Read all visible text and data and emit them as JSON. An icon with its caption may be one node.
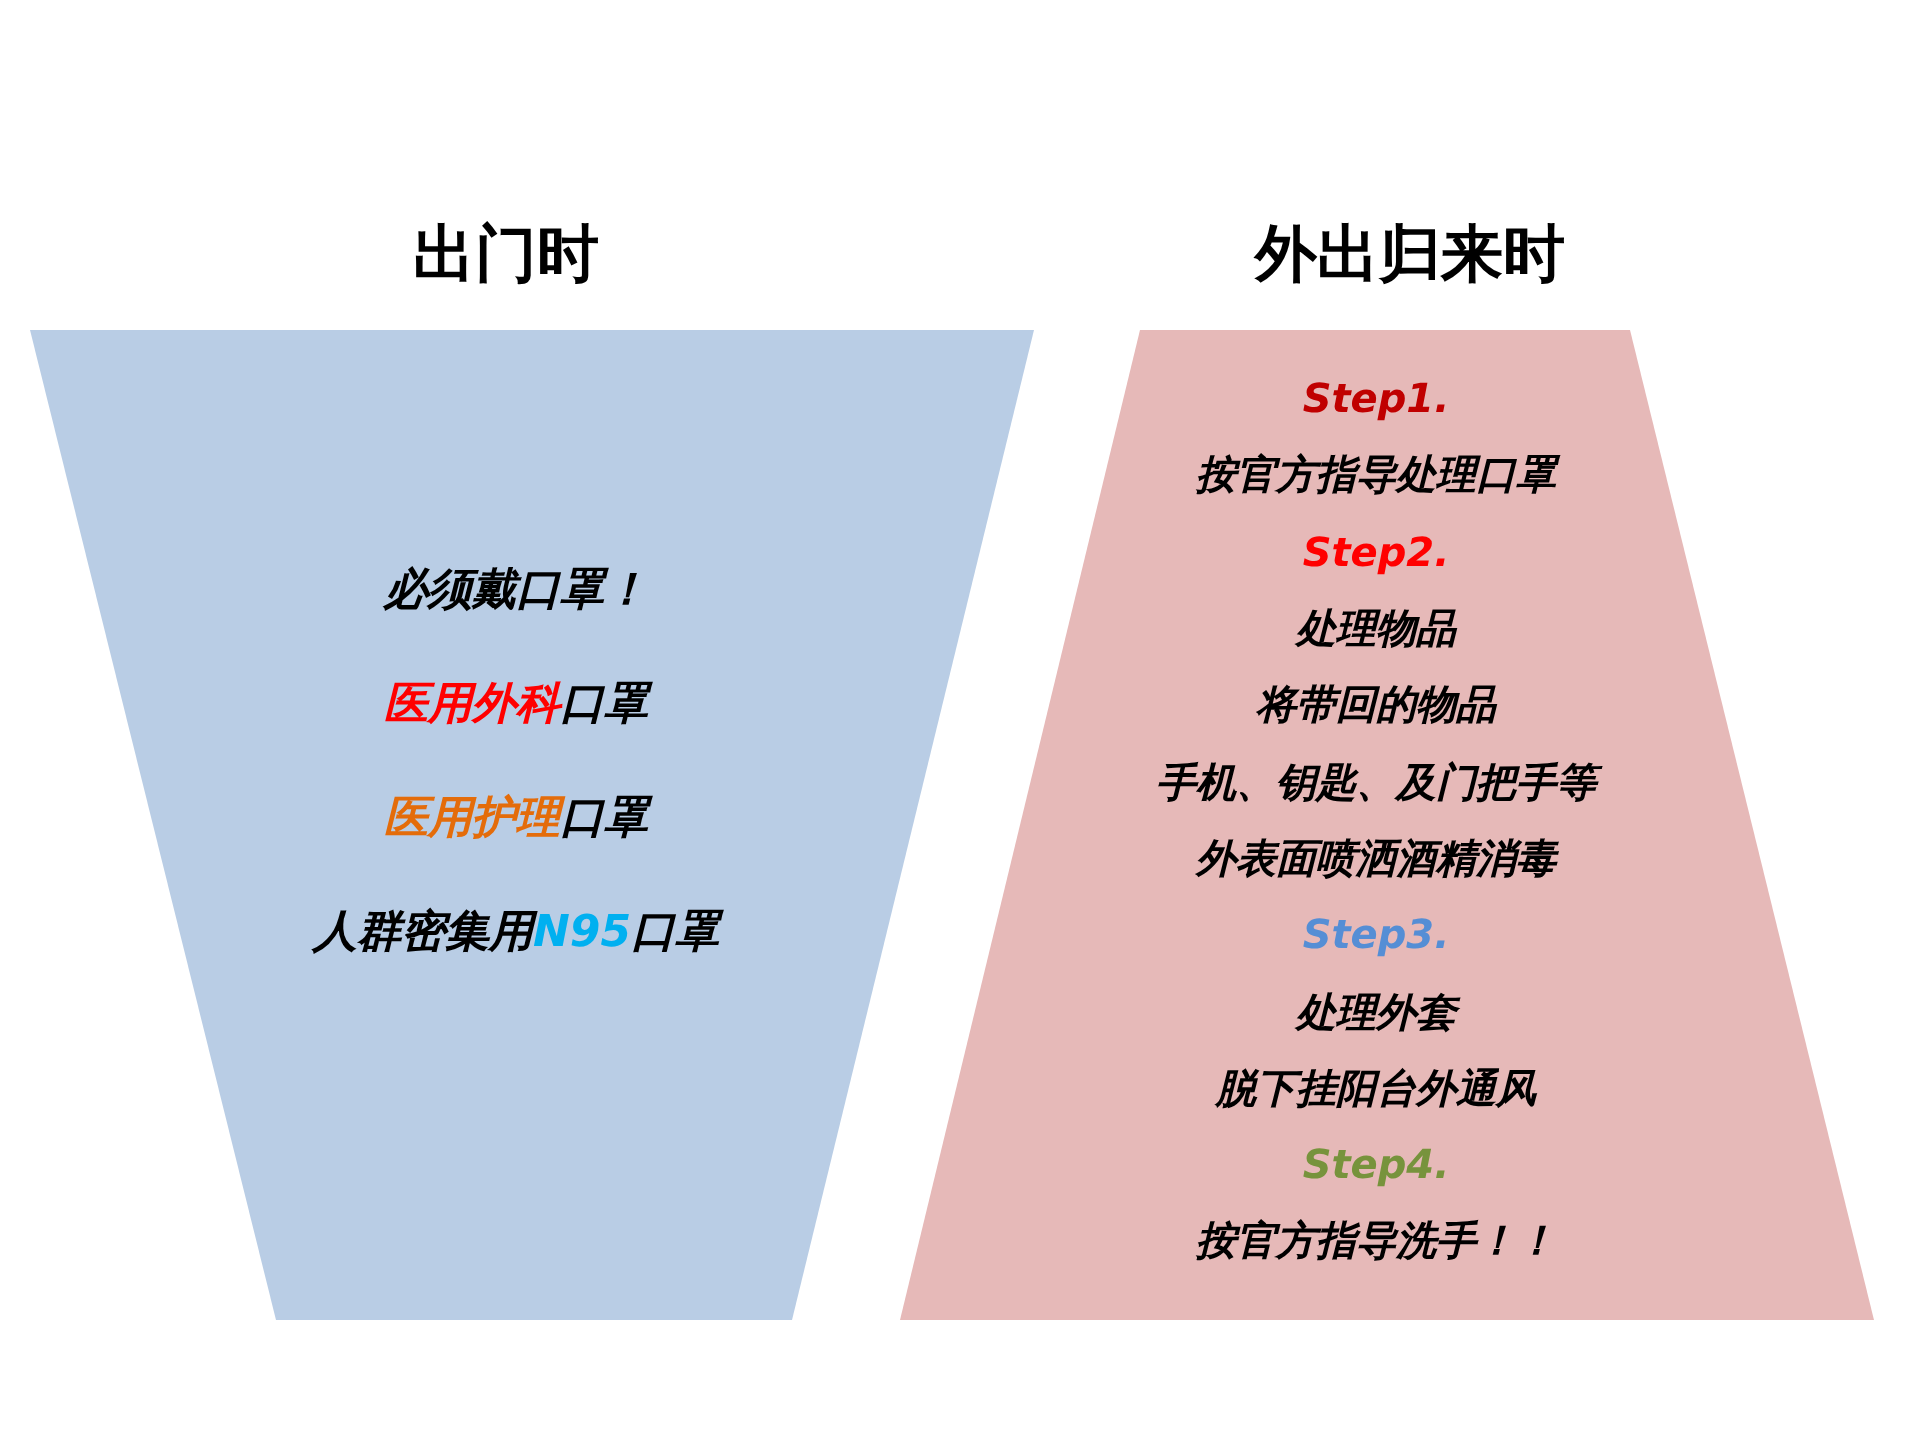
{
  "diagram": {
    "nodes": [
      {
        "text": [
          "出门时",
          "必须戴口罩！",
          "医用外科口罩",
          "医用护理口罩",
          "人群密集用N95口罩"
        ]
      },
      {
        "text": [
          "外出归来时",
          "Step1.",
          "按官方指导处理口罩",
          "Step2.",
          "处理物品",
          "将带回的物品",
          "手机、钥匙、及门把手等",
          "外表面喷洒酒精消毒",
          "Step3.",
          "处理外套",
          "脱下挂阳台外通风",
          "Step4.",
          "按官方指导洗手！！"
        ]
      }
    ]
  }
}
